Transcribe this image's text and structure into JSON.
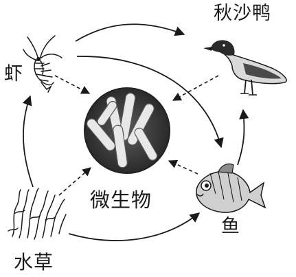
{
  "nodes": {
    "duck": {
      "label": "秋沙鸭"
    },
    "shrimp": {
      "label": "虾"
    },
    "microbes": {
      "label": "微生物"
    },
    "fish": {
      "label": "鱼"
    },
    "plant": {
      "label": "水草"
    }
  },
  "links": [
    {
      "from": "plant",
      "to": "shrimp",
      "style": "solid"
    },
    {
      "from": "plant",
      "to": "fish",
      "style": "solid"
    },
    {
      "from": "shrimp",
      "to": "duck",
      "style": "solid"
    },
    {
      "from": "shrimp",
      "to": "fish",
      "style": "solid"
    },
    {
      "from": "fish",
      "to": "duck",
      "style": "solid"
    },
    {
      "from": "shrimp",
      "to": "microbes",
      "style": "dashed"
    },
    {
      "from": "duck",
      "to": "microbes",
      "style": "dashed"
    },
    {
      "from": "fish",
      "to": "microbes",
      "style": "dashed"
    },
    {
      "from": "plant",
      "to": "microbes",
      "style": "dashed"
    }
  ],
  "colors": {
    "ink": "#1a1a1a",
    "circle": "#3c3c3c",
    "rod": "#e8e8e8"
  }
}
